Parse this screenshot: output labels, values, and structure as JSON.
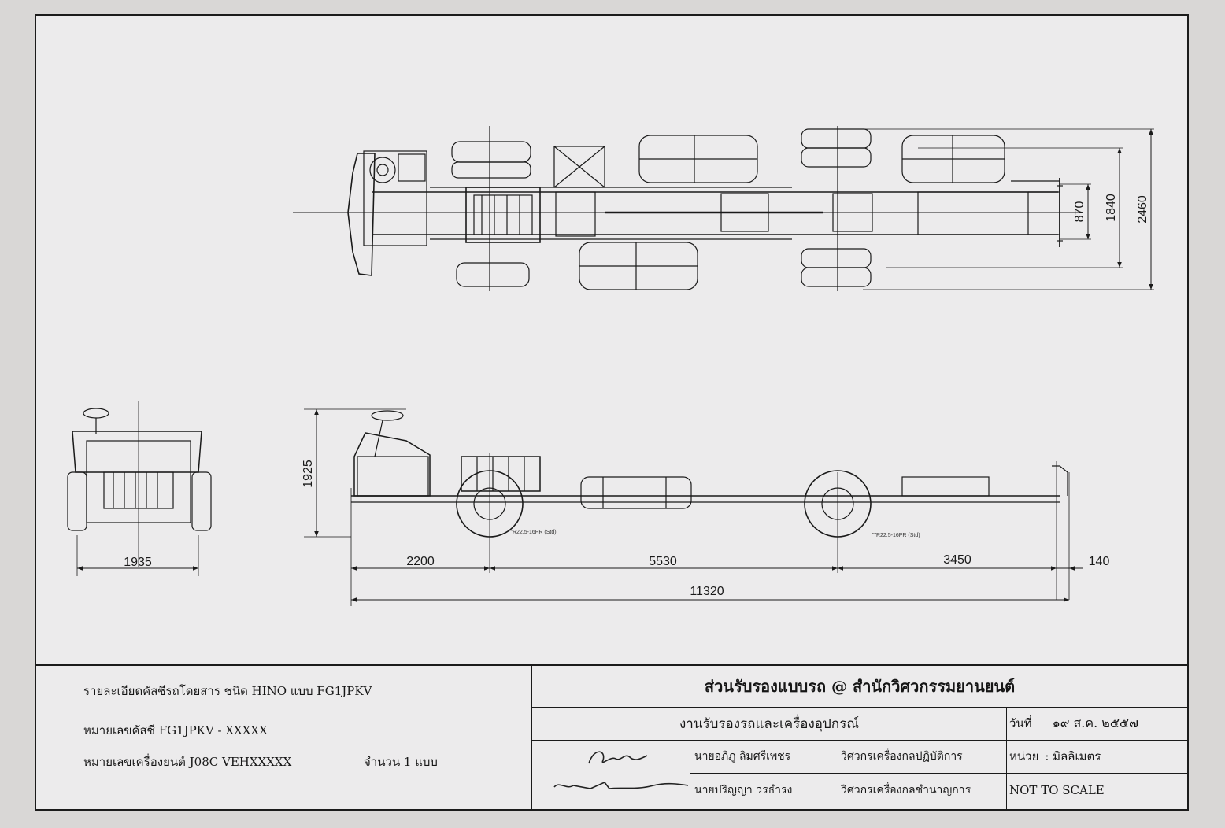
{
  "dimensions": {
    "width_1": "870",
    "width_2": "1840",
    "width_3": "2460",
    "height": "1925",
    "front_track": "1935",
    "front_overhang": "2200",
    "wheelbase_1": "5530",
    "wheelbase_2": "3450",
    "rear_overhang": "140",
    "overall_length": "11320"
  },
  "tire_labels": {
    "front": "\"\"R22.5-16PR (Std)",
    "rear": "\"\"R22.5-16PR (Std)"
  },
  "title_block": {
    "left": {
      "line1": "รายละเอียดคัสซีรถโดยสาร ชนิด HINO  แบบ FG1JPKV",
      "line2": "หมายเลขคัสซี FG1JPKV - XXXXX",
      "line3_engine": "หมายเลขเครื่องยนต์ J08C VEHXXXXX",
      "line3_count": "จำนวน 1 แบบ"
    },
    "right": {
      "header": "ส่วนรับรองแบบรถ @ สำนักวิศวกรรมยานยนต์",
      "subheader": "งานรับรองรถและเครื่องอุปกรณ์",
      "date_label": "วันที่",
      "date_value": "๑๙ ส.ค. ๒๕๕๗",
      "unit_label": "หน่วย",
      "unit_value": ": มิลลิเมตร",
      "scale": "NOT TO SCALE",
      "signer1_name": "นายอภิภู ลิมศรีเพชร",
      "signer1_title": "วิศวกรเครื่องกลปฏิบัติการ",
      "signer2_name": "นายปริญญา วรธำรง",
      "signer2_title": "วิศวกรเครื่องกลชำนาญการ"
    }
  }
}
